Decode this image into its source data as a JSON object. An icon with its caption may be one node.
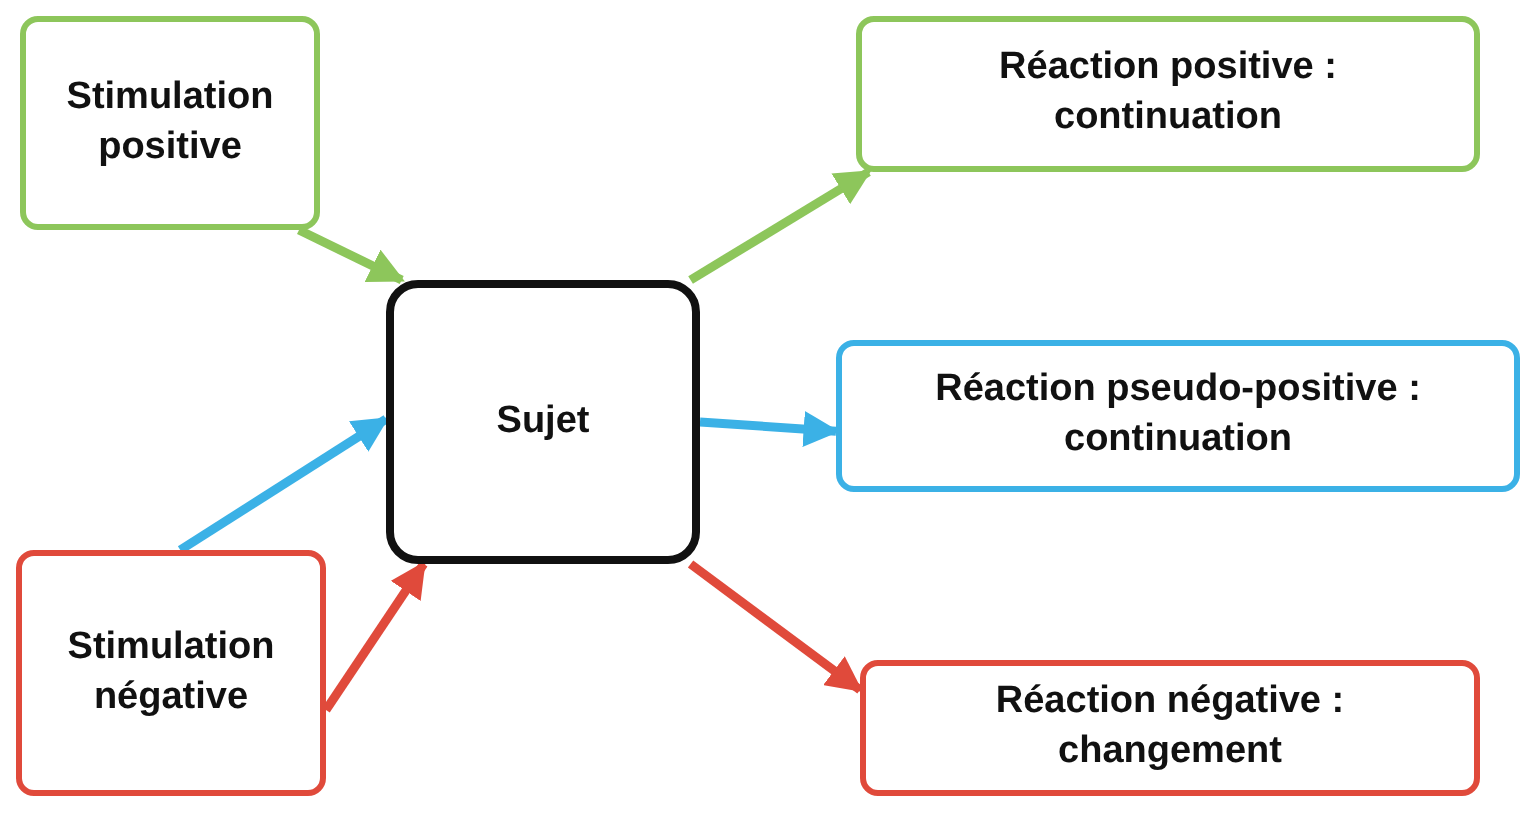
{
  "diagram": {
    "nodes": [
      {
        "text": [
          "Stimulation positive"
        ]
      },
      {
        "text": [
          "Stimulation négative"
        ]
      },
      {
        "text": [
          "Sujet"
        ]
      },
      {
        "text": [
          "Réaction positive : continuation"
        ]
      },
      {
        "text": [
          "Réaction pseudo-positive : continuation"
        ]
      },
      {
        "text": [
          "Réaction négative : changement"
        ]
      }
    ],
    "edges": [
      {
        "from": 0,
        "to": 2,
        "arrow": "to",
        "color": "#8dc65b"
      },
      {
        "from": 1,
        "to": 2,
        "arrow": "to",
        "color": "#3bb1e6"
      },
      {
        "from": 1,
        "to": 2,
        "arrow": "to",
        "color": "#e04a3b"
      },
      {
        "from": 2,
        "to": 3,
        "arrow": "to",
        "color": "#8dc65b"
      },
      {
        "from": 2,
        "to": 4,
        "arrow": "to",
        "color": "#3bb1e6"
      },
      {
        "from": 2,
        "to": 5,
        "arrow": "to",
        "color": "#e04a3b"
      }
    ]
  }
}
